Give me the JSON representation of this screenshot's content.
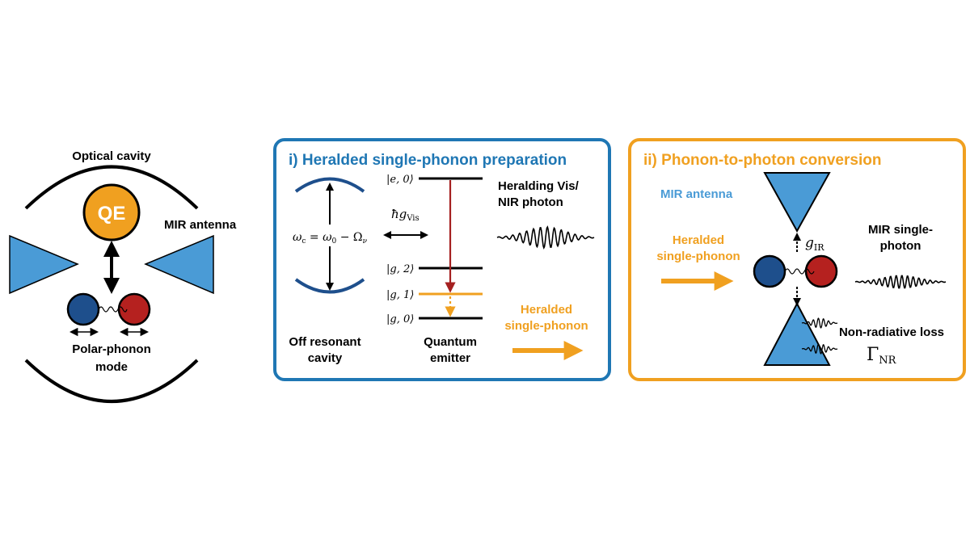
{
  "colors": {
    "blue_panel": "#1f77b4",
    "blue_shape": "#4a9bd6",
    "orange": "#f0a020",
    "dark_blue_atom": "#1e4f8c",
    "red_atom": "#b5211f",
    "dark_red_arrow": "#a52020",
    "black": "#000000"
  },
  "left": {
    "cavity_label": "Optical cavity",
    "qe_label": "QE",
    "antenna_label": "MIR antenna",
    "mode_label_line1": "Polar-phonon",
    "mode_label_line2": "mode"
  },
  "panel1": {
    "title": "i) Heralded single-phonon preparation",
    "cavity_freq_label": "ωc = ω0 − Ων",
    "coupling_label": "ħgVis",
    "levels": [
      {
        "key": "e0",
        "label": "|e, 0⟩"
      },
      {
        "key": "g2",
        "label": "|g, 2⟩"
      },
      {
        "key": "g1",
        "label": "|g, 1⟩"
      },
      {
        "key": "g0",
        "label": "|g, 0⟩"
      }
    ],
    "herald_photon_line1": "Heralding Vis/",
    "herald_photon_line2": "NIR photon",
    "heralded_phonon_line1": "Heralded",
    "heralded_phonon_line2": "single-phonon",
    "cavity_caption_line1": "Off resonant",
    "cavity_caption_line2": "cavity",
    "emitter_caption_line1": "Quantum",
    "emitter_caption_line2": "emitter"
  },
  "panel2": {
    "title": "ii) Phonon-to-photon conversion",
    "antenna_label": "MIR antenna",
    "input_line1": "Heralded",
    "input_line2": "single-phonon",
    "coupling_label": "gIR",
    "output_line1": "MIR single-",
    "output_line2": "photon",
    "loss_label": "Non-radiative loss",
    "loss_symbol": "ΓNR"
  }
}
